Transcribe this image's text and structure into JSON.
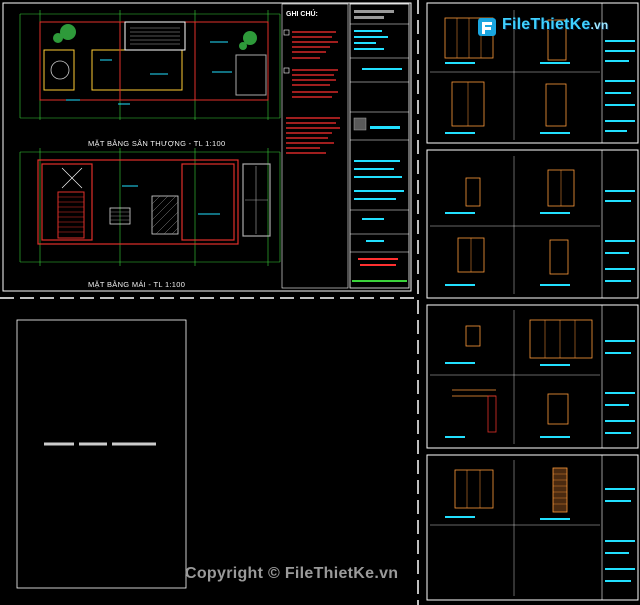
{
  "watermark": {
    "brand": "FileThietKe",
    "domain": ".vn",
    "copyright": "Copyright © FileThietKe.vn"
  },
  "sheet_main": {
    "plan_top_title": "MẶT BẰNG SÂN THƯỢNG - TL 1:100",
    "plan_bottom_title": "MẶT BẰNG MÁI - TL 1:100",
    "notes_title": "GHI CHÚ:"
  },
  "colors": {
    "background": "#000000",
    "frame": "#ffffff",
    "wall_red": "#e0302a",
    "dimension_green": "#3ad23a",
    "annotation_cyan": "#22e0ff",
    "door_orange": "#ff9a3a",
    "text_red": "#ff3030",
    "brand_blue": "#3fd0ff"
  },
  "icons": {
    "brand_logo": "filethietke-logo-icon"
  }
}
